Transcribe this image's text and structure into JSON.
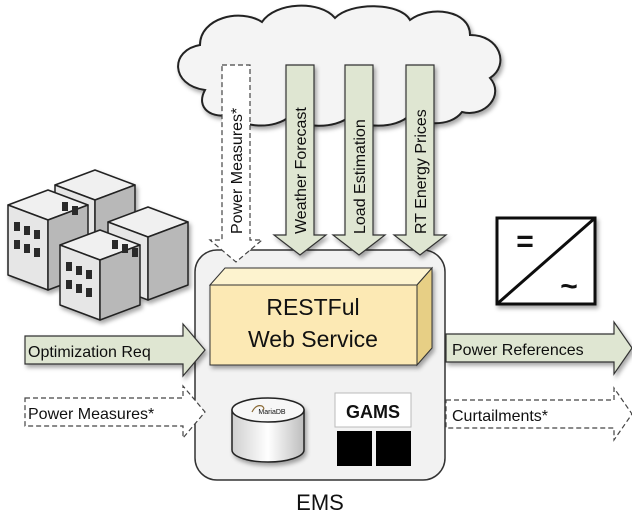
{
  "cloud_inputs": [
    {
      "label": "Power Measures*",
      "style": "dashed"
    },
    {
      "label": "Weather Forecast",
      "style": "solid"
    },
    {
      "label": "Load Estimation",
      "style": "solid"
    },
    {
      "label": "RT Energy Prices",
      "style": "solid"
    }
  ],
  "left_inputs": [
    {
      "label": "Optimization Req",
      "style": "solid"
    },
    {
      "label": "Power Measures*",
      "style": "dashed"
    }
  ],
  "right_outputs": [
    {
      "label": "Power References",
      "style": "solid"
    },
    {
      "label": "Curtailments*",
      "style": "dashed"
    }
  ],
  "ems": {
    "label": "EMS",
    "service_line1": "RESTFul",
    "service_line2": "Web Service",
    "db_label": "MariaDB",
    "solver_label": "GAMS"
  },
  "inverter": {
    "dc_symbol": "=",
    "ac_symbol": "~"
  },
  "colors": {
    "arrow_fill": "#dfe6d2",
    "service_fill": "#fce9b4",
    "ems_fill": "#f2f2f2",
    "cloud_fill": "#f4f4f4",
    "building_fill": "#e8e8e8"
  },
  "icons": [
    "cloud-icon",
    "buildings-icon",
    "inverter-icon",
    "database-icon",
    "gams-icon"
  ]
}
